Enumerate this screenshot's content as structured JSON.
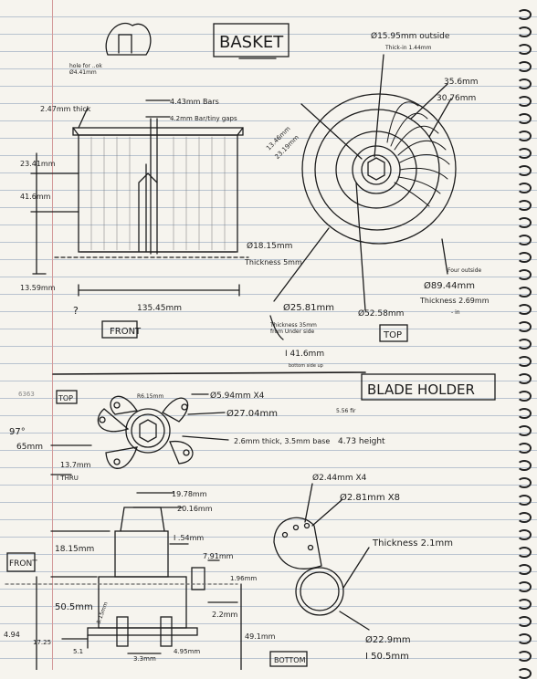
{
  "basket": {
    "title": "BASKET",
    "front_label": "FRONT",
    "top_label": "TOP",
    "dims": {
      "tiny_note": "hole for ..ok\nØ4.41mm",
      "thick": "2.47mm thick",
      "bars": "4.43mm Bars",
      "gaps": "4.2mm Bar/tiny gaps",
      "h1": "23.41mm",
      "h2": "41.6mm",
      "h3": "13.59mm",
      "width": "135.45mm",
      "question": "?",
      "d_outside": "Ø15.95mm outside",
      "d_outside2": "Thick-in 1.44mm",
      "r1": "35.6mm",
      "r2": "30.76mm",
      "hub": "13.46mm",
      "hub2": "23.19mm",
      "d_hub": "Ø18.15mm",
      "thickness1": "Thickness 5mm",
      "d_outer": "Ø89.44mm",
      "d_outer_note": "Four outside",
      "thickness2": "Thickness 2.69mm",
      "thickness2_note": "- in",
      "d_center": "Ø25.81mm",
      "thickness3": "Thickness 35mm\nfrom Under side",
      "d_inner": "Ø52.58mm",
      "depth": "I 41.6mm",
      "depth_note": "bottom side up"
    }
  },
  "blade_holder": {
    "title": "BLADE HOLDER",
    "top_label": "TOP",
    "front_label": "FRONT",
    "bottom_label": "BOTTOM",
    "dims": {
      "corner_note": "6363",
      "angle1": "97°",
      "angle2": "65mm",
      "rad": "R6.15mm",
      "holes": "Ø5.94mm X4",
      "d_main": "Ø27.04mm",
      "small_h": "5.56 fir",
      "base": "2.6mm thick, 3.5mm base",
      "height": "4.73 height",
      "thru": "13.7mm",
      "thru2": "I THRU",
      "f1": "19.78mm",
      "f2": "20.16mm",
      "f3": "18.15mm",
      "f4": "I .54mm",
      "f5": "7.91mm",
      "f6": "1.96mm",
      "f7": "50.5mm",
      "f8": "5.15mm",
      "f9": "2.2mm",
      "f10": "49.1mm",
      "f11": "4.94",
      "f12": "17.25",
      "f13": "5.1",
      "f14": "3.3mm",
      "f15": "4.95mm",
      "b1": "Ø2.44mm X4",
      "b2": "Ø2.81mm X8",
      "b3": "Thickness 2.1mm",
      "b4": "Ø22.9mm",
      "b5": "I 50.5mm"
    }
  }
}
